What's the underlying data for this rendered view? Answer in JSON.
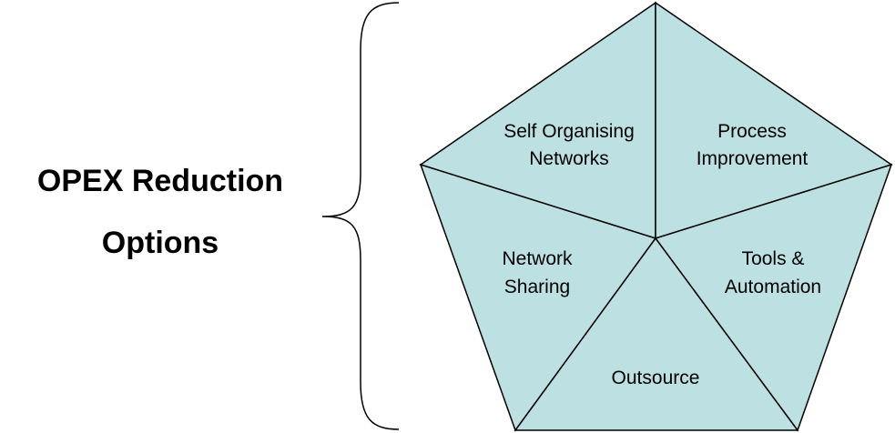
{
  "title": {
    "line1": "OPEX Reduction",
    "line2": "Options"
  },
  "segments": [
    {
      "line1": "Self Organising",
      "line2": "Networks"
    },
    {
      "line1": "Process",
      "line2": "Improvement"
    },
    {
      "line1": "Network",
      "line2": "Sharing"
    },
    {
      "line1": "Tools &",
      "line2": "Automation"
    },
    {
      "line1": "Outsource"
    }
  ],
  "colors": {
    "segment_fill": "#bde0e3",
    "outline": "#000000",
    "text": "#000000"
  }
}
